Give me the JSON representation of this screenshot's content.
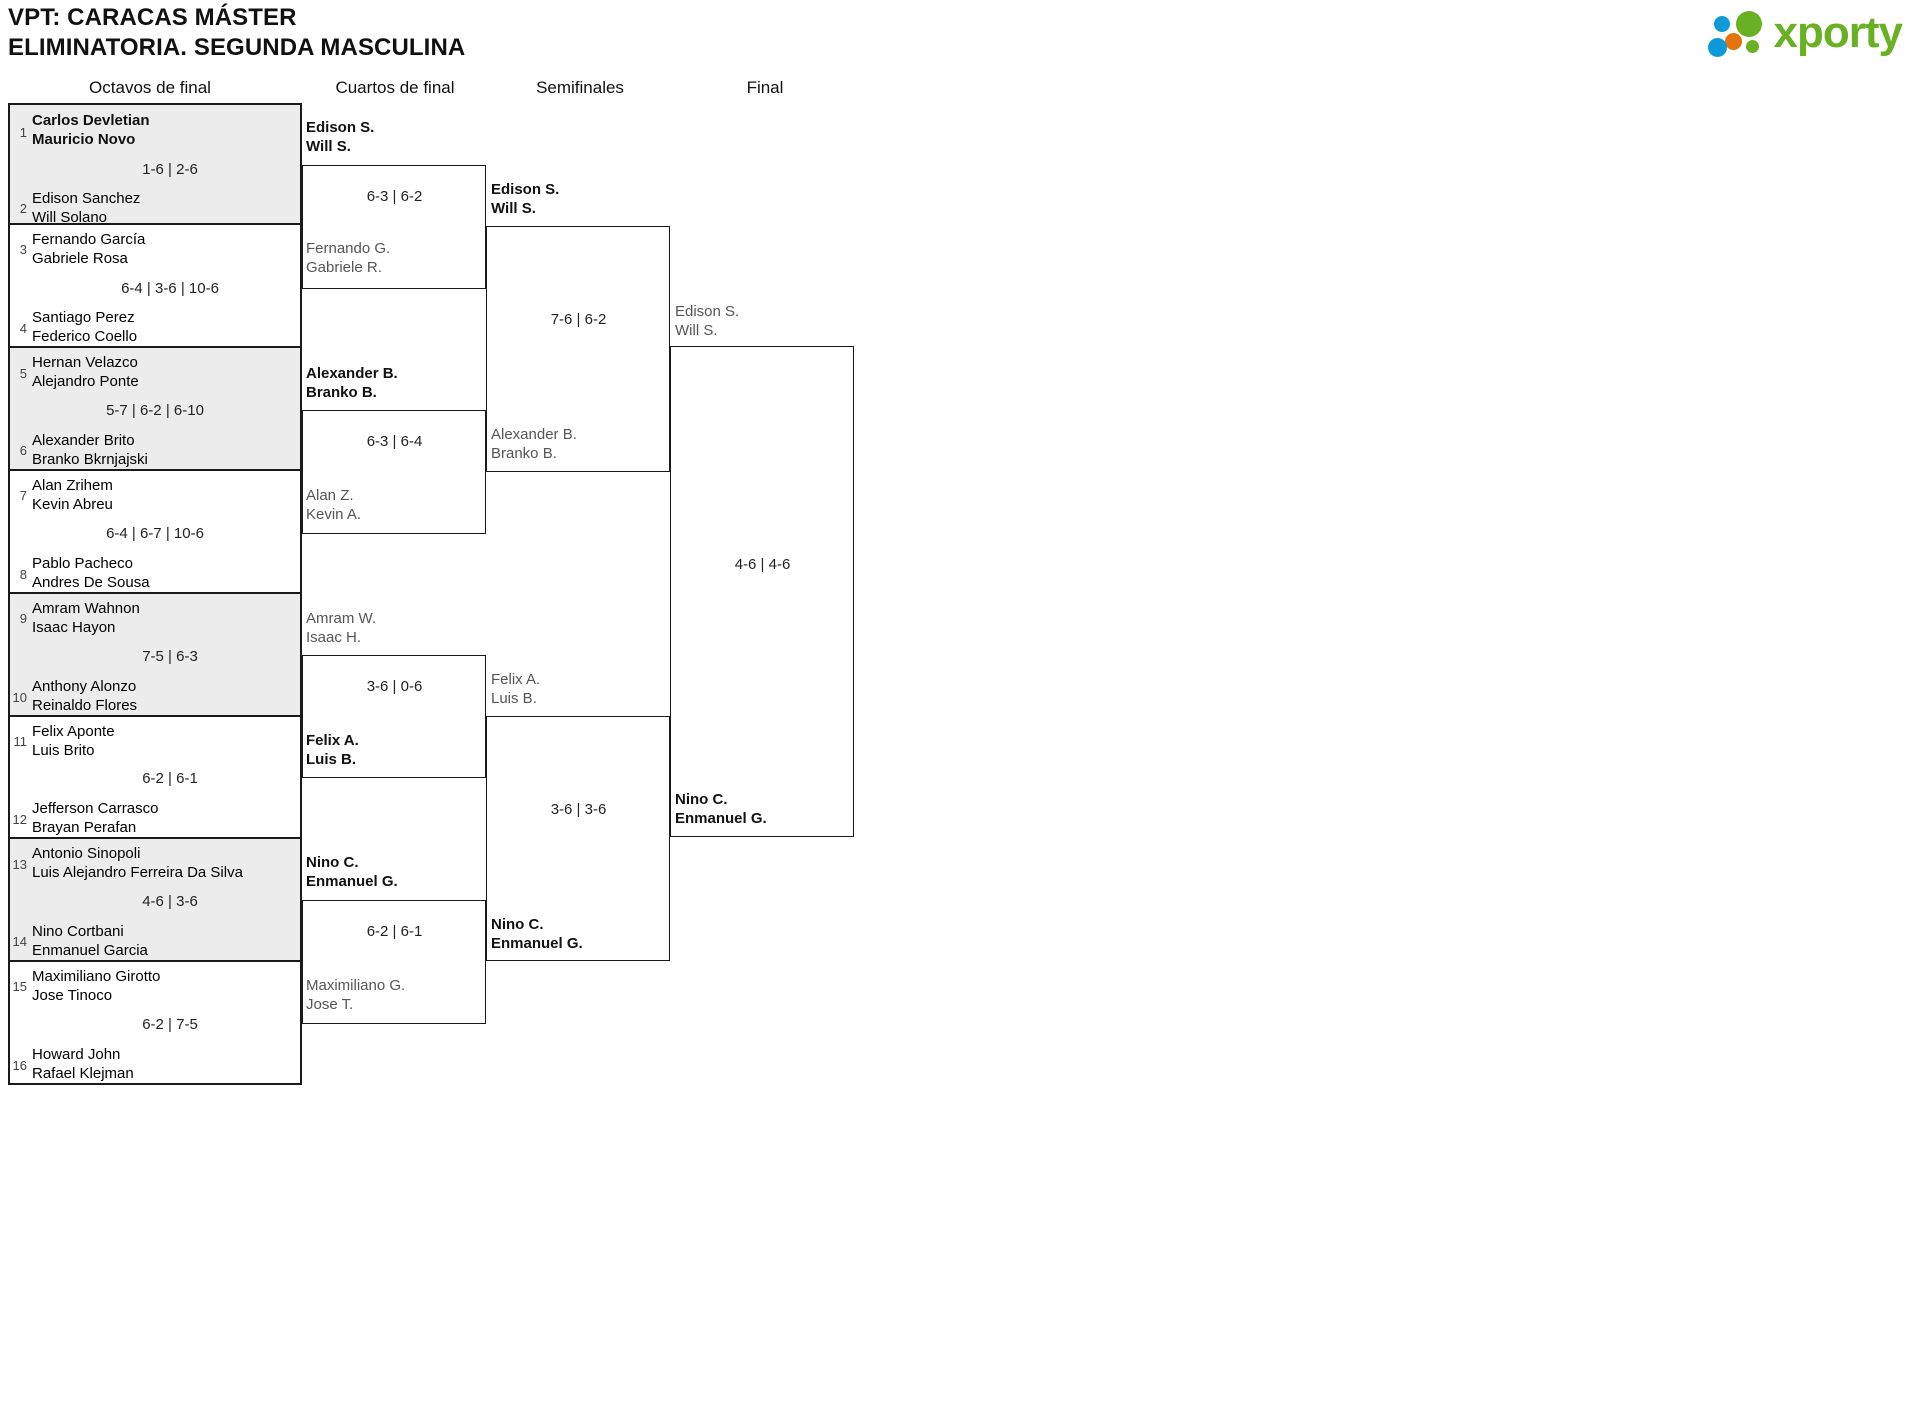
{
  "header": {
    "title_line1": "VPT: CARACAS MÁSTER",
    "title_line2": "ELIMINATORIA. SEGUNDA MASCULINA",
    "logo_word": "xporty",
    "logo_colors": {
      "green": "#6ab023",
      "orange": "#e3740b",
      "blue": "#0c9ad8"
    }
  },
  "rounds": [
    {
      "label": "Octavos de final"
    },
    {
      "label": "Cuartos de final"
    },
    {
      "label": "Semifinales"
    },
    {
      "label": "Final"
    }
  ],
  "round1": {
    "matches": [
      {
        "score": "1-6 | 2-6",
        "top": {
          "seed": "1",
          "p1": "Carlos Devletian",
          "p2": "Mauricio Novo",
          "winner": false
        },
        "bottom": {
          "seed": "2",
          "p1": "Edison Sanchez",
          "p2": "Will Solano",
          "winner": true
        }
      },
      {
        "score": "6-4 | 3-6 | 10-6",
        "top": {
          "seed": "3",
          "p1": "Fernando García",
          "p2": "Gabriele Rosa",
          "winner": true
        },
        "bottom": {
          "seed": "4",
          "p1": "Santiago Perez",
          "p2": "Federico Coello",
          "winner": false
        }
      },
      {
        "score": "5-7 | 6-2 | 6-10",
        "top": {
          "seed": "5",
          "p1": "Hernan Velazco",
          "p2": "Alejandro Ponte",
          "winner": false
        },
        "bottom": {
          "seed": "6",
          "p1": "Alexander Brito",
          "p2": "Branko Bkrnjajski",
          "winner": true
        }
      },
      {
        "score": "6-4 | 6-7 | 10-6",
        "top": {
          "seed": "7",
          "p1": "Alan Zrihem",
          "p2": "Kevin Abreu",
          "winner": true
        },
        "bottom": {
          "seed": "8",
          "p1": "Pablo Pacheco",
          "p2": "Andres De Sousa",
          "winner": false
        }
      },
      {
        "score": "7-5 | 6-3",
        "top": {
          "seed": "9",
          "p1": "Amram Wahnon",
          "p2": "Isaac Hayon",
          "winner": true
        },
        "bottom": {
          "seed": "10",
          "p1": "Anthony Alonzo",
          "p2": "Reinaldo Flores",
          "winner": false
        }
      },
      {
        "score": "6-2 | 6-1",
        "top": {
          "seed": "11",
          "p1": "Felix Aponte",
          "p2": "Luis Brito",
          "winner": true
        },
        "bottom": {
          "seed": "12",
          "p1": "Jefferson Carrasco",
          "p2": "Brayan Perafan",
          "winner": false
        }
      },
      {
        "score": "4-6 | 3-6",
        "top": {
          "seed": "13",
          "p1": "Antonio Sinopoli",
          "p2": "Luis Alejandro Ferreira Da Silva",
          "winner": false
        },
        "bottom": {
          "seed": "14",
          "p1": "Nino Cortbani",
          "p2": "Enmanuel Garcia",
          "winner": true
        }
      },
      {
        "score": "6-2 | 7-5",
        "top": {
          "seed": "15",
          "p1": "Maximiliano Girotto",
          "p2": "Jose Tinoco",
          "winner": true
        },
        "bottom": {
          "seed": "16",
          "p1": "Howard John",
          "p2": "Rafael Klejman",
          "winner": false
        }
      }
    ]
  },
  "round2": {
    "matches": [
      {
        "score": "6-3 | 6-2",
        "top": {
          "p1": "Edison S.",
          "p2": "Will S.",
          "winner": true
        },
        "bottom": {
          "p1": "Fernando G.",
          "p2": "Gabriele R.",
          "winner": false
        }
      },
      {
        "score": "6-3 | 6-4",
        "top": {
          "p1": "Alexander B.",
          "p2": "Branko B.",
          "winner": true
        },
        "bottom": {
          "p1": "Alan Z.",
          "p2": "Kevin A.",
          "winner": false
        }
      },
      {
        "score": "3-6 | 0-6",
        "top": {
          "p1": "Amram W.",
          "p2": "Isaac H.",
          "winner": false
        },
        "bottom": {
          "p1": "Felix A.",
          "p2": "Luis B.",
          "winner": true
        }
      },
      {
        "score": "6-2 | 6-1",
        "top": {
          "p1": "Nino C.",
          "p2": "Enmanuel G.",
          "winner": true
        },
        "bottom": {
          "p1": "Maximiliano G.",
          "p2": "Jose T.",
          "winner": false
        }
      }
    ]
  },
  "round3": {
    "matches": [
      {
        "score": "7-6 | 6-2",
        "top": {
          "p1": "Edison S.",
          "p2": "Will S.",
          "winner": true
        },
        "bottom": {
          "p1": "Alexander B.",
          "p2": "Branko B.",
          "winner": false
        }
      },
      {
        "score": "3-6 | 3-6",
        "top": {
          "p1": "Felix A.",
          "p2": "Luis B.",
          "winner": false
        },
        "bottom": {
          "p1": "Nino C.",
          "p2": "Enmanuel G.",
          "winner": true
        }
      }
    ]
  },
  "round4": {
    "matches": [
      {
        "score": "4-6 | 4-6",
        "top": {
          "p1": "Edison S.",
          "p2": "Will S.",
          "winner": false
        },
        "bottom": {
          "p1": "Nino C.",
          "p2": "Enmanuel G.",
          "winner": true
        }
      }
    ]
  }
}
